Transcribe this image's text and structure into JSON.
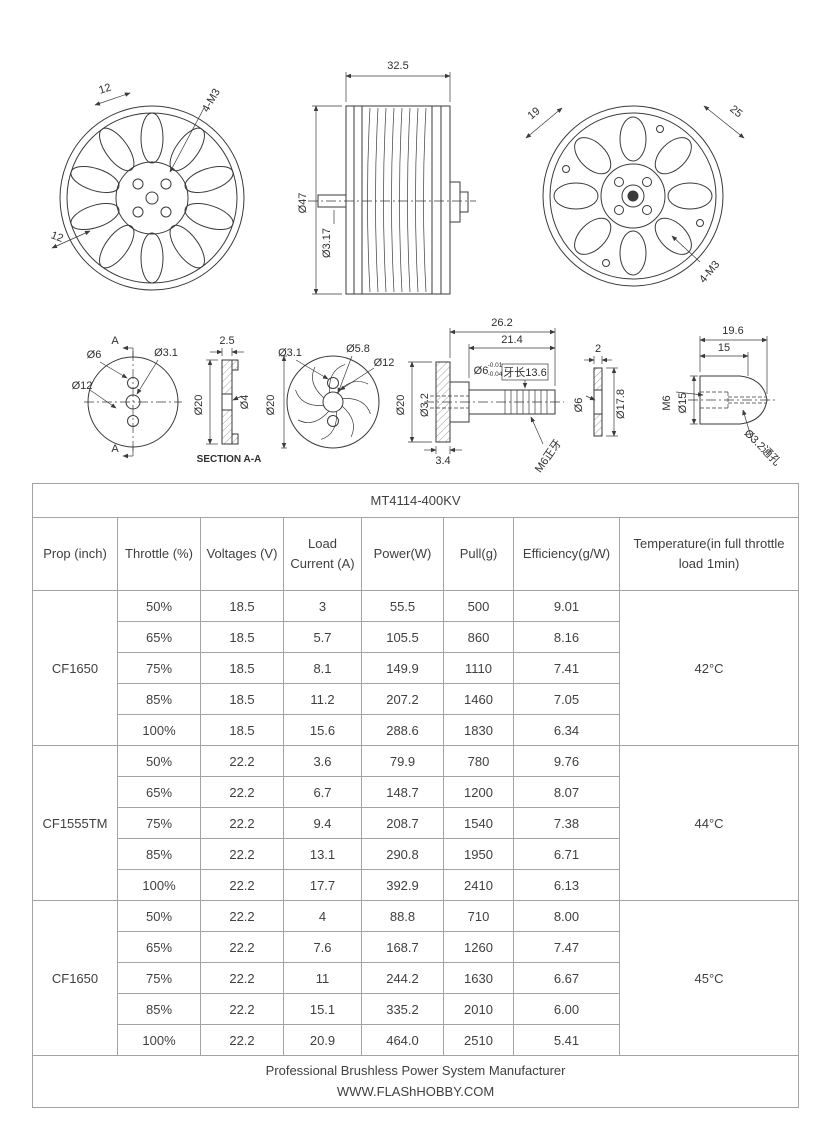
{
  "drawings": {
    "front_view": {
      "dim_pitch_top": "12",
      "dim_screws": "4-M3",
      "dim_pitch_left": "12"
    },
    "side_view": {
      "dim_length": "32.5",
      "dim_diameter": "Ø47",
      "dim_shaft": "Ø3.17"
    },
    "back_view": {
      "dim_spacing_a": "19",
      "dim_spacing_b": "25",
      "dim_screws": "4-M3"
    },
    "mount_top_view": {
      "dim_hole_a": "Ø6",
      "dim_hole_b": "Ø3.1",
      "dim_bolt_circle": "Ø12",
      "section_letter_top": "A",
      "section_letter_bottom": "A"
    },
    "mount_section_view": {
      "dim_thickness": "2.5",
      "dim_outer": "Ø20",
      "dim_hole": "Ø4",
      "label": "SECTION A-A"
    },
    "adapter_bottom_view": {
      "dim_hole_a": "Ø3.1",
      "dim_hole_b": "Ø5.8",
      "dim_bolt_circle": "Ø12",
      "dim_outer": "Ø20"
    },
    "shaft_side_view": {
      "dim_total_length": "26.2",
      "dim_shaft_length": "21.4",
      "dim_shaft_dia": "Ø6",
      "dim_tol_upper": "-0.01",
      "dim_tol_lower": "-0.04",
      "dim_thread_length": "牙长13.6",
      "dim_hole": "Ø3.2",
      "dim_flange": "Ø20",
      "dim_flange_thickness": "3.4",
      "dim_thread": "M6正牙"
    },
    "washer_view": {
      "dim_thickness": "2",
      "dim_hole": "Ø6",
      "dim_outer": "Ø17.8"
    },
    "prop_nut_view": {
      "dim_total_length": "19.6",
      "dim_body_length": "15",
      "dim_thread": "M6",
      "dim_outer": "Ø15",
      "dim_hole": "Ø3.2通孔"
    }
  },
  "table": {
    "title": "MT4114-400KV",
    "headers": [
      "Prop (inch)",
      "Throttle (%)",
      "Voltages (V)",
      "Load Current (A)",
      "Power(W)",
      "Pull(g)",
      "Efficiency(g/W)",
      "Temperature(in full throttle load 1min)"
    ],
    "groups": [
      {
        "prop": "CF1650",
        "temperature": "42°C",
        "rows": [
          {
            "throttle": "50%",
            "voltage": "18.5",
            "current": "3",
            "power": "55.5",
            "pull": "500",
            "efficiency": "9.01"
          },
          {
            "throttle": "65%",
            "voltage": "18.5",
            "current": "5.7",
            "power": "105.5",
            "pull": "860",
            "efficiency": "8.16"
          },
          {
            "throttle": "75%",
            "voltage": "18.5",
            "current": "8.1",
            "power": "149.9",
            "pull": "1110",
            "efficiency": "7.41"
          },
          {
            "throttle": "85%",
            "voltage": "18.5",
            "current": "11.2",
            "power": "207.2",
            "pull": "1460",
            "efficiency": "7.05"
          },
          {
            "throttle": "100%",
            "voltage": "18.5",
            "current": "15.6",
            "power": "288.6",
            "pull": "1830",
            "efficiency": "6.34"
          }
        ]
      },
      {
        "prop": "CF1555TM",
        "temperature": "44°C",
        "rows": [
          {
            "throttle": "50%",
            "voltage": "22.2",
            "current": "3.6",
            "power": "79.9",
            "pull": "780",
            "efficiency": "9.76"
          },
          {
            "throttle": "65%",
            "voltage": "22.2",
            "current": "6.7",
            "power": "148.7",
            "pull": "1200",
            "efficiency": "8.07"
          },
          {
            "throttle": "75%",
            "voltage": "22.2",
            "current": "9.4",
            "power": "208.7",
            "pull": "1540",
            "efficiency": "7.38"
          },
          {
            "throttle": "85%",
            "voltage": "22.2",
            "current": "13.1",
            "power": "290.8",
            "pull": "1950",
            "efficiency": "6.71"
          },
          {
            "throttle": "100%",
            "voltage": "22.2",
            "current": "17.7",
            "power": "392.9",
            "pull": "2410",
            "efficiency": "6.13"
          }
        ]
      },
      {
        "prop": "CF1650",
        "temperature": "45°C",
        "rows": [
          {
            "throttle": "50%",
            "voltage": "22.2",
            "current": "4",
            "power": "88.8",
            "pull": "710",
            "efficiency": "8.00"
          },
          {
            "throttle": "65%",
            "voltage": "22.2",
            "current": "7.6",
            "power": "168.7",
            "pull": "1260",
            "efficiency": "7.47"
          },
          {
            "throttle": "75%",
            "voltage": "22.2",
            "current": "11",
            "power": "244.2",
            "pull": "1630",
            "efficiency": "6.67"
          },
          {
            "throttle": "85%",
            "voltage": "22.2",
            "current": "15.1",
            "power": "335.2",
            "pull": "2010",
            "efficiency": "6.00"
          },
          {
            "throttle": "100%",
            "voltage": "22.2",
            "current": "20.9",
            "power": "464.0",
            "pull": "2510",
            "efficiency": "5.41"
          }
        ]
      }
    ],
    "footer_line1": "Professional Brushless Power System Manufacturer",
    "footer_line2": "WWW.FLAShHOBBY.COM"
  }
}
